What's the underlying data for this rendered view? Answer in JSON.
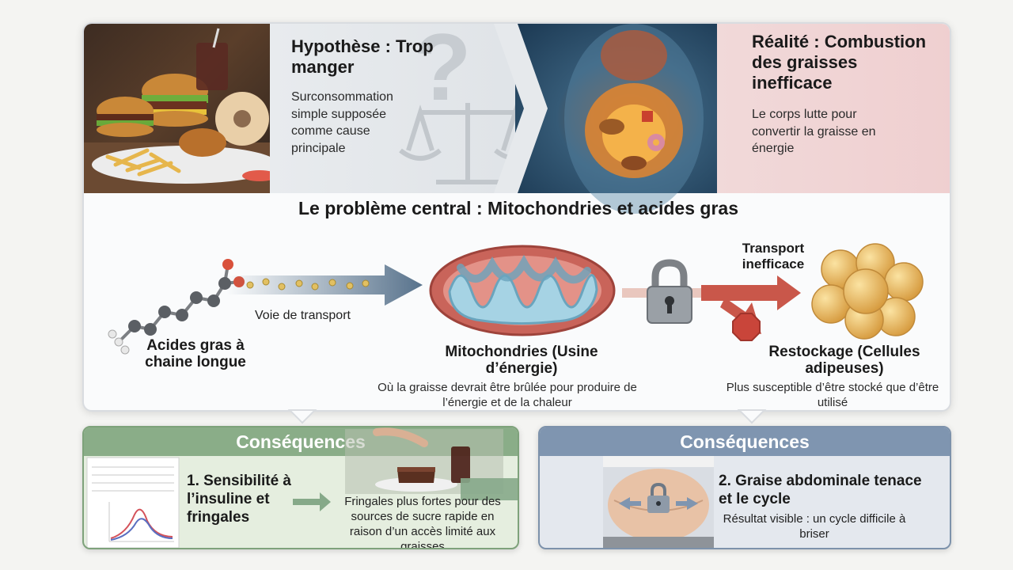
{
  "hypothesis": {
    "title": "Hypothèse : Trop manger",
    "text": "Surconsommation simple supposée comme cause principale"
  },
  "reality": {
    "title": "Réalité : Combustion des graisses inefficace",
    "text": "Le corps lutte pour convertir la graisse en énergie"
  },
  "central": {
    "title": "Le problème central : Mitochondries et acides gras",
    "fatty_acids_label": "Acides gras à chaine longue",
    "transport_label": "Voie de transport",
    "mito_label": "Mitochondries (Usine d’énergie)",
    "mito_desc": "Où la graisse devrait être brûlée pour produire de l’énergie et de la chaleur",
    "inefficient_label": "Transport inefficace",
    "storage_label": "Restockage (Cellules adipeuses)",
    "storage_desc": "Plus susceptible d’être stocké que d’être utilisé"
  },
  "consequences": [
    {
      "heading": "Conséquences",
      "title": "1. Sensibilité à l’insuline et fringales",
      "text": "Fringales plus fortes pour des sources de sucre rapide en raison d’un accès limité aux graisses"
    },
    {
      "heading": "Conséquences",
      "title": "2. Graise abdominale tenace et le cycle",
      "text": "Résultat visible : un cycle difficile à briser"
    }
  ],
  "icons": [
    "food-image",
    "question-mark-icon",
    "balance-scale-icon",
    "body-fire-image",
    "fatty-acid-molecule-icon",
    "transport-arrow-icon",
    "mitochondria-icon",
    "lock-icon",
    "stop-sign-icon",
    "fat-cells-icon",
    "glucose-chart-image",
    "dessert-image",
    "belly-image"
  ],
  "colors": {
    "hypothesis_bg": "#e5e8eb",
    "reality_bg": "#f0d4d4",
    "consequence_green": "#8aad88",
    "consequence_blue": "#7f95b0",
    "arrow_red": "#c9574a",
    "arrow_blue": "#4f6b86"
  }
}
